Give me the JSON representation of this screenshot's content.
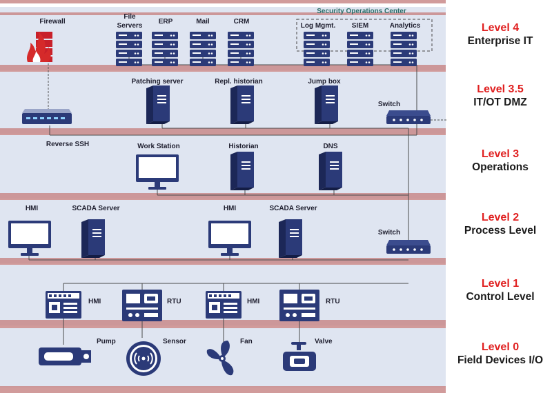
{
  "colors": {
    "band_light": "#dfe5f1",
    "band_stripe": "#c98a8a",
    "device": "#2b3a78",
    "device_light": "#ffffff",
    "firewall": "#c8202a",
    "level_red": "#e02020",
    "soc_teal": "#2a6e68"
  },
  "soc_label": "Security Operations Center",
  "levels": [
    {
      "number": "Level 4",
      "name": "Enterprise IT"
    },
    {
      "number": "Level 3.5",
      "name": "IT/OT DMZ"
    },
    {
      "number": "Level 3",
      "name": "Operations"
    },
    {
      "number": "Level 2",
      "name": "Process Level"
    },
    {
      "number": "Level 1",
      "name": "Control Level"
    },
    {
      "number": "Level 0",
      "name": "Field Devices I/O"
    }
  ],
  "devices": {
    "firewall": {
      "label": "Firewall",
      "icon": "firewall-icon"
    },
    "file_servers": {
      "label_line1": "File",
      "label_line2": "Servers",
      "icon": "rack-server-icon"
    },
    "erp": {
      "label": "ERP",
      "icon": "rack-server-icon"
    },
    "mail": {
      "label": "Mail",
      "icon": "rack-server-icon"
    },
    "crm": {
      "label": "CRM",
      "icon": "rack-server-icon"
    },
    "log_mgmt": {
      "label": "Log Mgmt.",
      "icon": "rack-server-icon"
    },
    "siem": {
      "label": "SIEM",
      "icon": "rack-server-icon"
    },
    "analytics": {
      "label": "Analytics",
      "icon": "rack-server-icon"
    },
    "patching_server": {
      "label": "Patching server",
      "icon": "tower-server-icon"
    },
    "repl_historian": {
      "label": "Repl. historian",
      "icon": "tower-server-icon"
    },
    "jump_box": {
      "label": "Jump box",
      "icon": "tower-server-icon"
    },
    "switch_dmz": {
      "label": "Switch",
      "icon": "switch-icon"
    },
    "reverse_ssh": {
      "label": "Reverse SSH",
      "icon": "network-appliance-icon"
    },
    "work_station": {
      "label": "Work Station",
      "icon": "monitor-icon"
    },
    "historian": {
      "label": "Historian",
      "icon": "tower-server-icon"
    },
    "dns": {
      "label": "DNS",
      "icon": "tower-server-icon"
    },
    "hmi_l2_a": {
      "label": "HMI",
      "icon": "monitor-icon"
    },
    "scada_a": {
      "label": "SCADA Server",
      "icon": "tower-server-icon"
    },
    "hmi_l2_b": {
      "label": "HMI",
      "icon": "monitor-icon"
    },
    "scada_b": {
      "label": "SCADA Server",
      "icon": "tower-server-icon"
    },
    "switch_l2": {
      "label": "Switch",
      "icon": "switch-icon"
    },
    "hmi_l1_a": {
      "label": "HMI",
      "icon": "plc-icon"
    },
    "rtu_a": {
      "label": "RTU",
      "icon": "rtu-icon"
    },
    "hmi_l1_b": {
      "label": "HMI",
      "icon": "plc-icon"
    },
    "rtu_b": {
      "label": "RTU",
      "icon": "rtu-icon"
    },
    "pump": {
      "label": "Pump",
      "icon": "pump-icon"
    },
    "sensor": {
      "label": "Sensor",
      "icon": "sensor-icon"
    },
    "fan": {
      "label": "Fan",
      "icon": "fan-icon"
    },
    "valve": {
      "label": "Valve",
      "icon": "valve-icon"
    }
  }
}
